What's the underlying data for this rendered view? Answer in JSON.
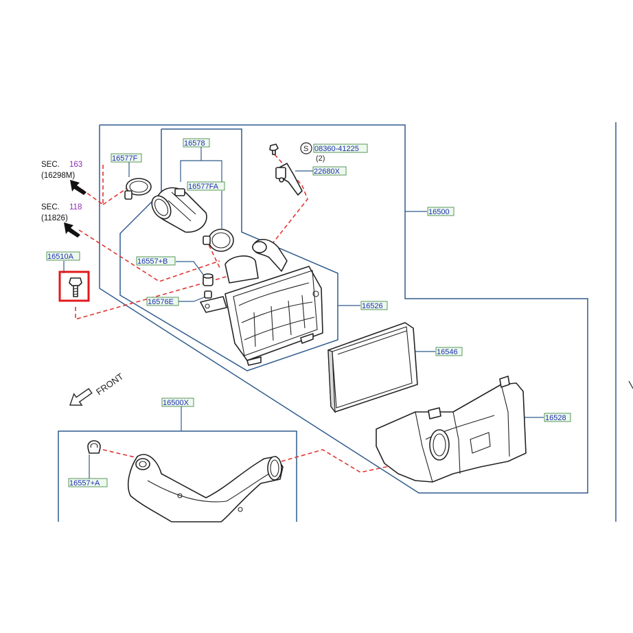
{
  "labels": {
    "l16577F": "16577F",
    "l16578": "16578",
    "l16577FA": "16577FA",
    "l08360": "08360-41225",
    "l_qty": "(2)",
    "l_s": "S",
    "l22680X": "22680X",
    "l16500": "16500",
    "l16510A": "16510A",
    "l16557B": "16557+B",
    "l16576E": "16576E",
    "l16526": "16526",
    "l16546": "16546",
    "l16528": "16528",
    "l16500X": "16500X",
    "l16557A": "16557+A"
  },
  "sections": {
    "sec1_prefix": "SEC.",
    "sec1_num": "163",
    "sec1_ref": "(16298M)",
    "sec2_prefix": "SEC.",
    "sec2_num": "118",
    "sec2_ref": "(11826)"
  },
  "front": "FRONT",
  "colors": {
    "label_text": "#1a2fb0",
    "label_box": "#2e7d32",
    "frame": "#2f5a8c",
    "dash": "#e0342f",
    "highlight": "#e0191d",
    "section_number": "#8a2bb5"
  }
}
